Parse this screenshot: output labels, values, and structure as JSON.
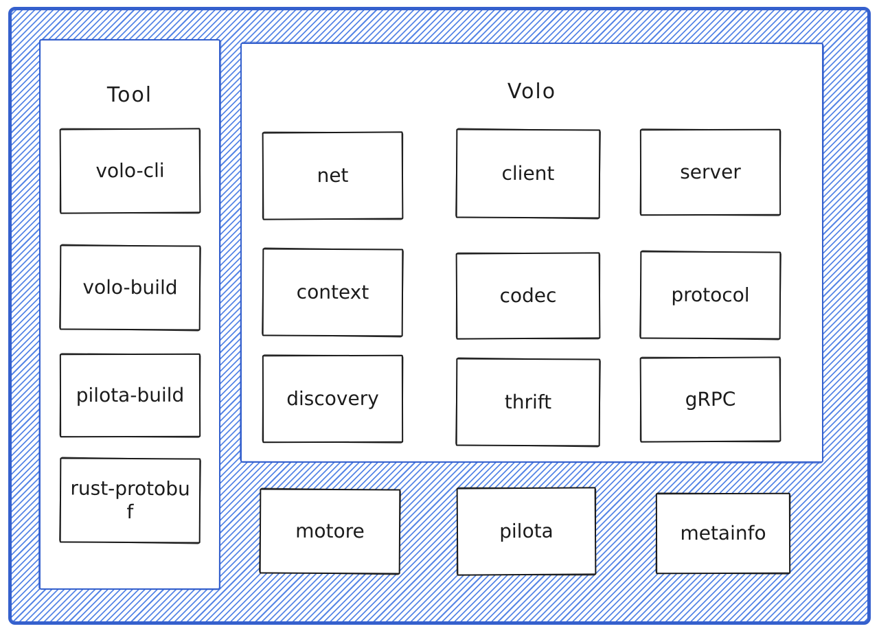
{
  "tool": {
    "title": "Tool",
    "items": [
      "volo-cli",
      "volo-build",
      "pilota-build",
      "rust-protobuf"
    ]
  },
  "volo": {
    "title": "Volo",
    "items": [
      "net",
      "client",
      "server",
      "context",
      "codec",
      "protocol",
      "discovery",
      "thrift",
      "gRPC"
    ]
  },
  "base": {
    "items": [
      "motore",
      "pilota",
      "metainfo"
    ]
  },
  "colors": {
    "hatch_blue": "#5585e6",
    "frame_border_blue": "#3560cd",
    "node_border_black": "#1b1b1b",
    "panel_background": "#ffffff"
  }
}
